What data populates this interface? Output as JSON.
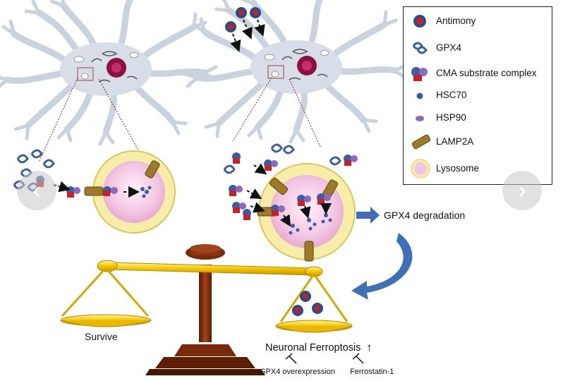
{
  "legend": {
    "items": [
      {
        "icon": "antimony-icon",
        "label": "Antimony"
      },
      {
        "icon": "gpx4-icon",
        "label": "GPX4"
      },
      {
        "icon": "cma-complex-icon",
        "label": "CMA substrate complex"
      },
      {
        "icon": "hsc70-icon",
        "label": "HSC70"
      },
      {
        "icon": "hsp90-icon",
        "label": "HSP90"
      },
      {
        "icon": "lamp2a-icon",
        "label": "LAMP2A"
      },
      {
        "icon": "lysosome-icon",
        "label": "Lysosome"
      }
    ]
  },
  "labels": {
    "degradation": "GPX4 degradation",
    "survive": "Survive",
    "ferroptosis": "Neuronal Ferroptosis",
    "ferroptosis_arrow": "↑",
    "inhibitor_1": "GPX4 overexpression",
    "inhibitor_2": "Ferrostatin-1"
  },
  "colors": {
    "lysosome_fill": "#f3c6e3",
    "lysosome_ring": "#f7eca8",
    "lamp2a": "#9c7a2a",
    "gpx4": "#3a5fa0",
    "antimony": "#c8202a",
    "hsp90": "#8a6bbd",
    "scale_gold": "#f2c500",
    "scale_wood": "#7a2a0a",
    "arrow_blue": "#3f6fb6"
  },
  "nav": {
    "prev": "‹",
    "next": "›"
  }
}
